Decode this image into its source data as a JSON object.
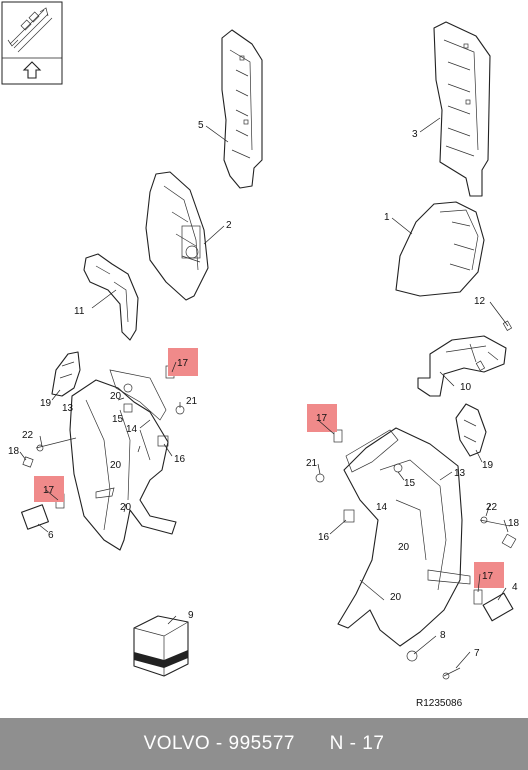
{
  "diagram": {
    "reference_code": "R1235086",
    "callouts": [
      "5",
      "2",
      "1",
      "3",
      "11",
      "12",
      "17",
      "19",
      "13",
      "20",
      "15",
      "21",
      "22",
      "14",
      "18",
      "16",
      "17",
      "6",
      "10",
      "17",
      "21",
      "13",
      "19",
      "15",
      "16",
      "20",
      "20",
      "22",
      "18",
      "17",
      "4",
      "9",
      "8",
      "7",
      "20",
      "14",
      "20"
    ]
  },
  "footer": {
    "brand": "VOLVO",
    "part_number": "995577",
    "callout_id": "N - 17",
    "separator": " - ",
    "gap": "      "
  },
  "colors": {
    "highlight": "#f08a8a",
    "footer_bg": "#8f8f8f",
    "line": "#222222"
  }
}
